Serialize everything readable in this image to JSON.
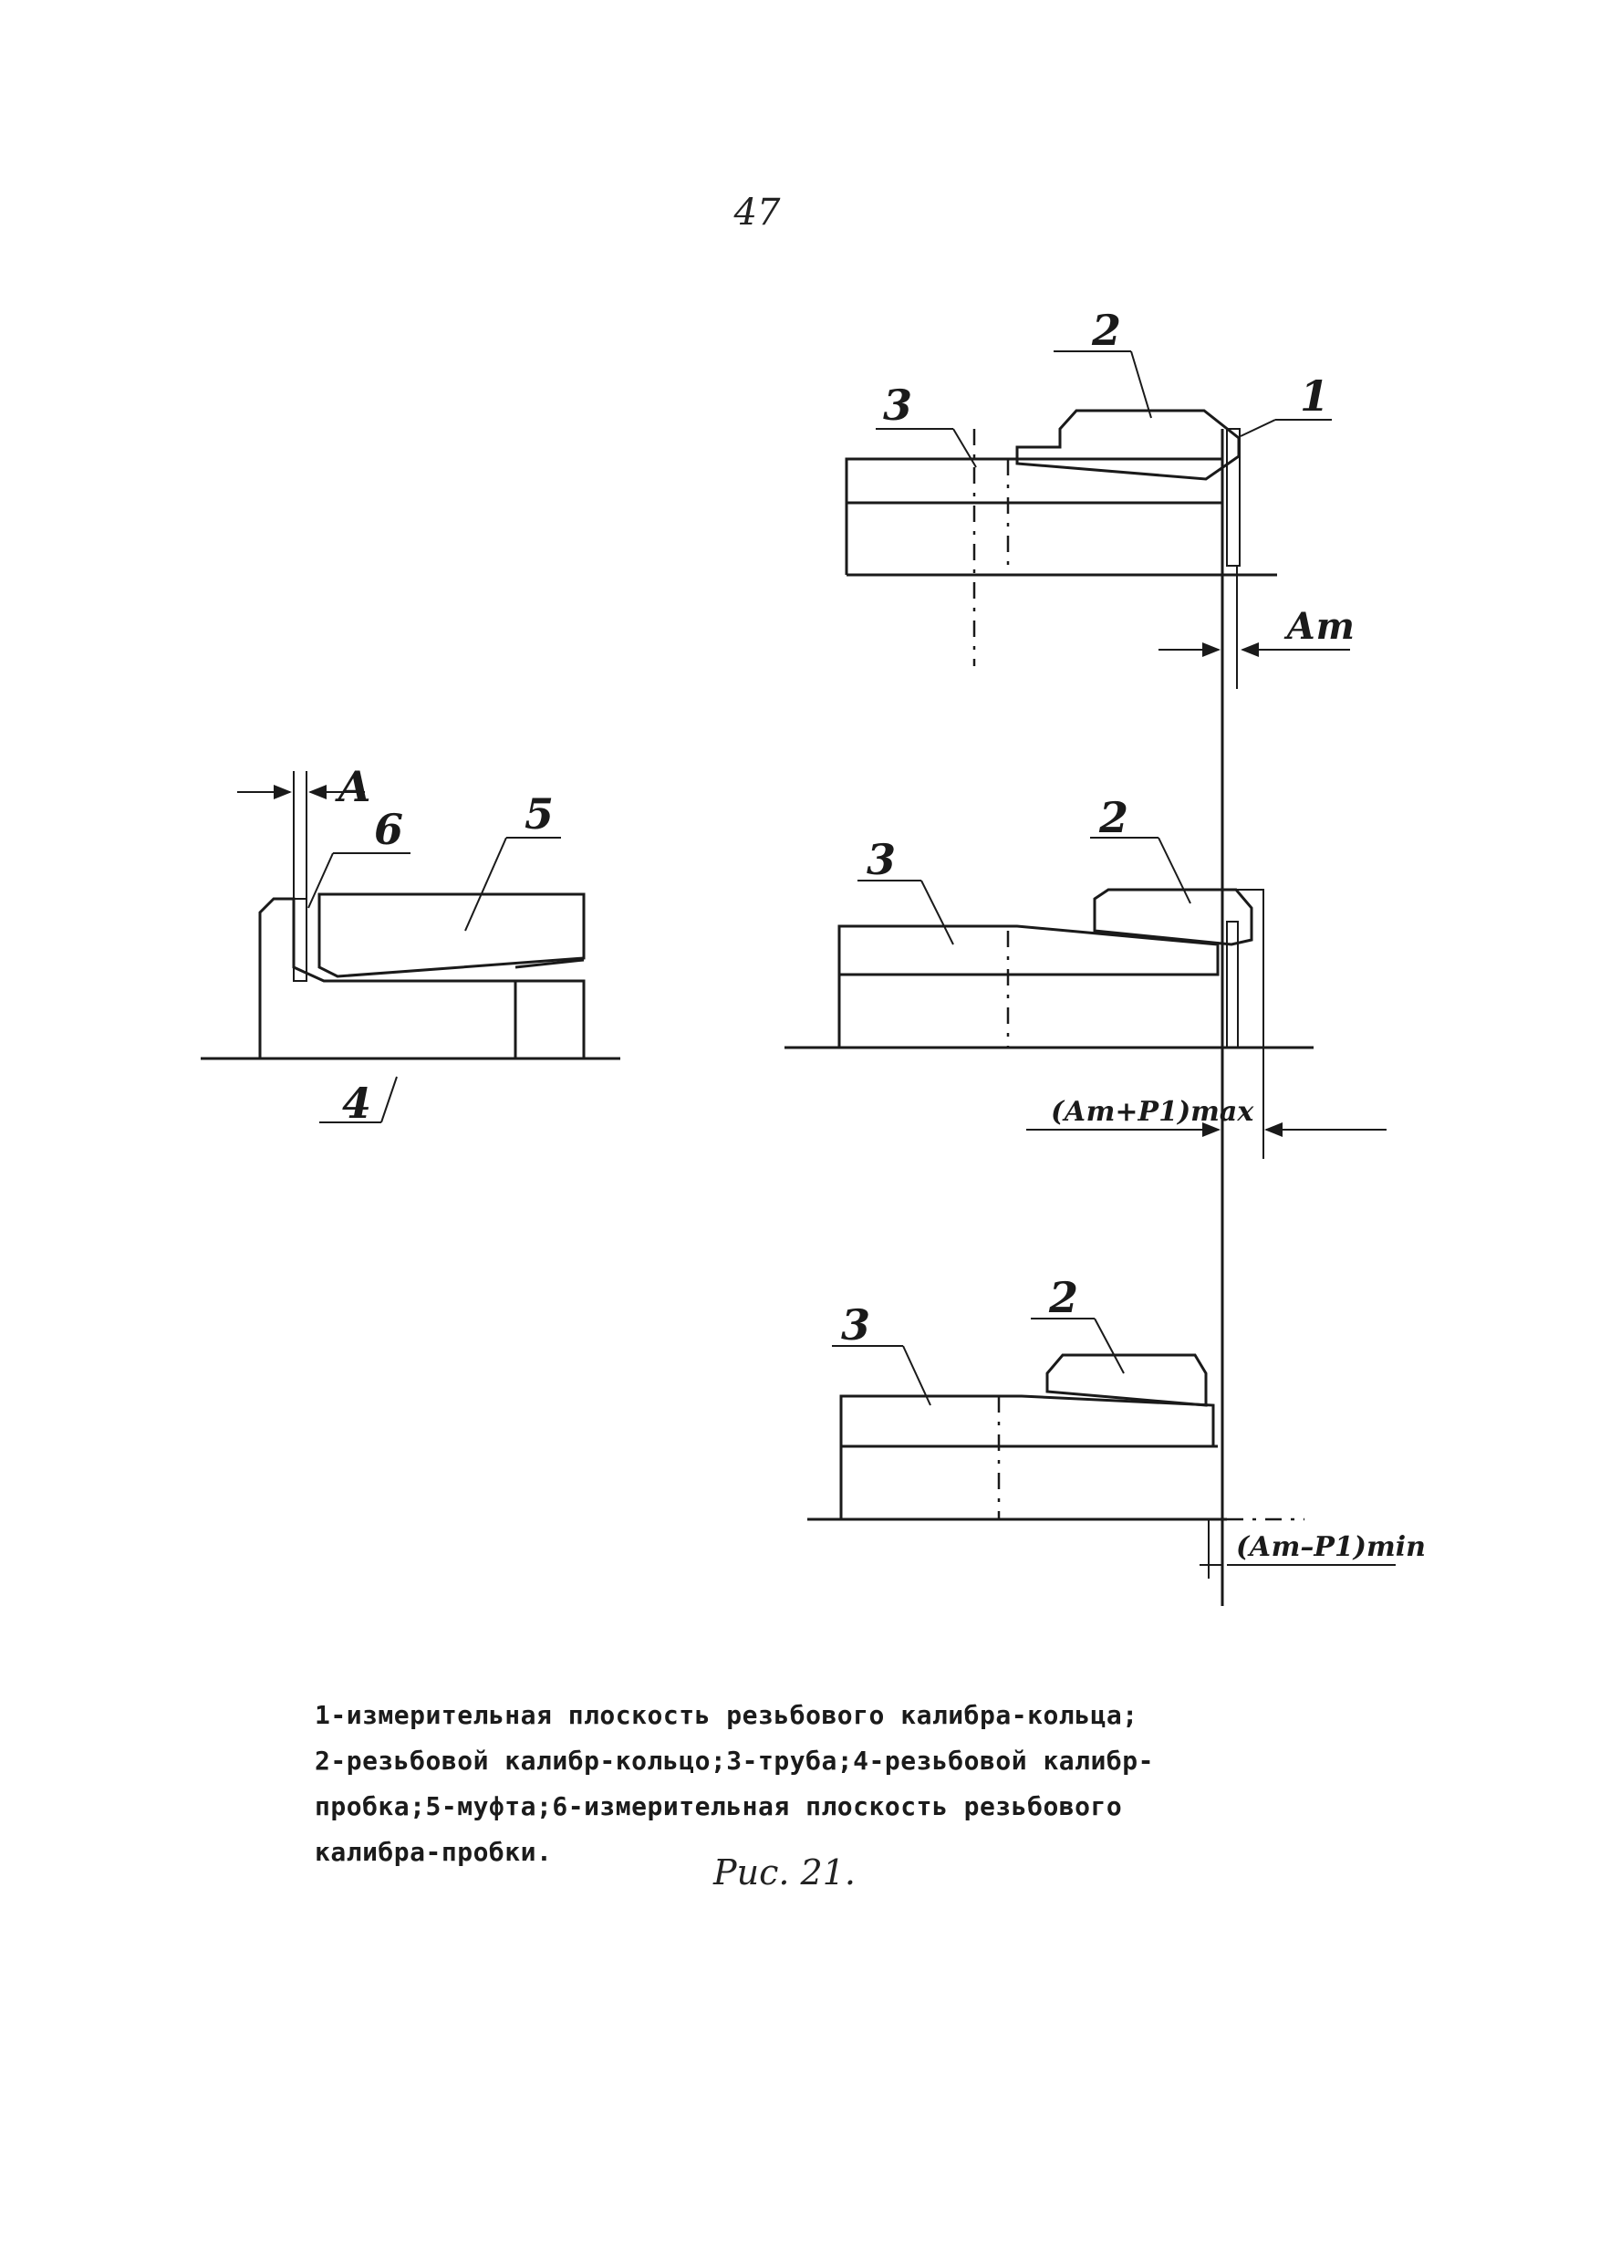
{
  "page": {
    "number": "47"
  },
  "figure": {
    "title": "Рис. 21.",
    "labels": {
      "plane_ring": "1",
      "ring_gauge_top": "2",
      "pipe_top": "3",
      "dim_at": "Ат",
      "plug_gauge": "4",
      "coupling": "5",
      "plane_plug": "6",
      "dim_a": "А",
      "ring_gauge_middle": "2",
      "pipe_middle": "3",
      "dim_max": "(Ат+Р1)max",
      "ring_gauge_bottom": "2",
      "pipe_bottom": "3",
      "dim_min": "(Ат–Р1)min"
    }
  },
  "caption": {
    "lines": [
      "1-измерительная плоскость резьбового калибра-кольца;",
      "2-резьбовой калибр-кольцо;3-труба;4-резьбовой калибр-",
      "пробка;5-муфта;6-измерительная плоскость резьбового",
      "калибра-пробки."
    ]
  }
}
